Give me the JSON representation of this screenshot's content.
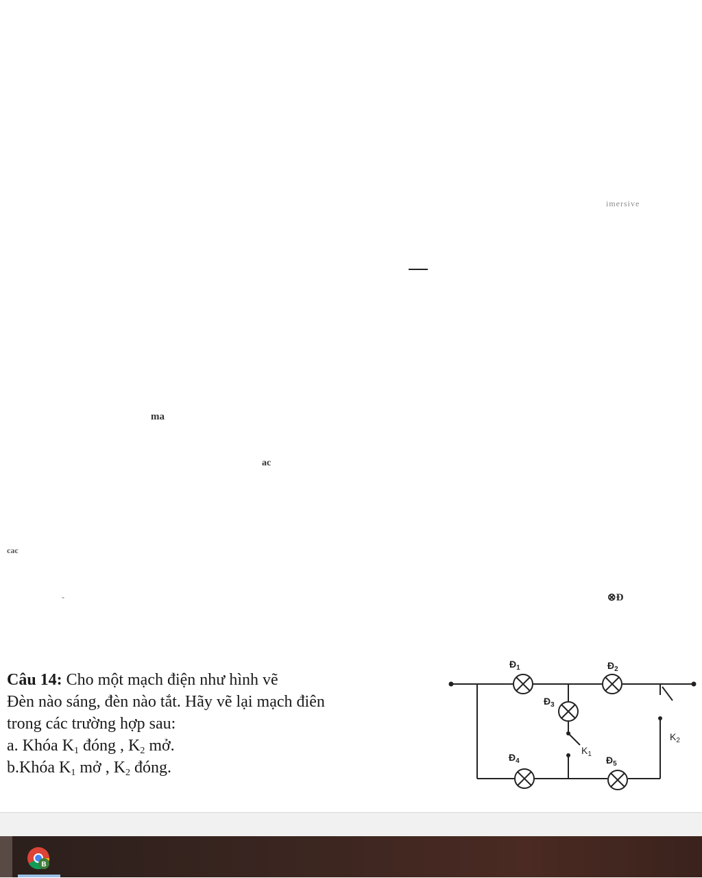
{
  "fragments": {
    "f1": "imersive",
    "f2": "ma",
    "f3": "ac",
    "f4": "cac",
    "f5": "-",
    "f6": "⊗Đ"
  },
  "question": {
    "number": "Câu 14:",
    "line1": "Cho một mạch điện như hình vẽ",
    "line2": "Đèn nào sáng, đèn nào tắt. Hãy vẽ lại mạch điên",
    "line3": "trong các trường hợp sau:",
    "a_pre": "a. Khóa K",
    "a_mid": " đóng , K",
    "a_post": " mở.",
    "b_pre": "b.Khóa  K",
    "b_mid": " mở , K",
    "b_post": " đóng.",
    "sub1": "1",
    "sub2": "2"
  },
  "circuit": {
    "lamps": [
      {
        "label": "Đ",
        "sub": "1"
      },
      {
        "label": "Đ",
        "sub": "2"
      },
      {
        "label": "Đ",
        "sub": "3"
      },
      {
        "label": "Đ",
        "sub": "4"
      },
      {
        "label": "Đ",
        "sub": "5"
      }
    ],
    "switches": [
      {
        "label": "K",
        "sub": "1"
      },
      {
        "label": "K",
        "sub": "2"
      }
    ]
  },
  "taskbar": {
    "chrome_badge": "B"
  }
}
